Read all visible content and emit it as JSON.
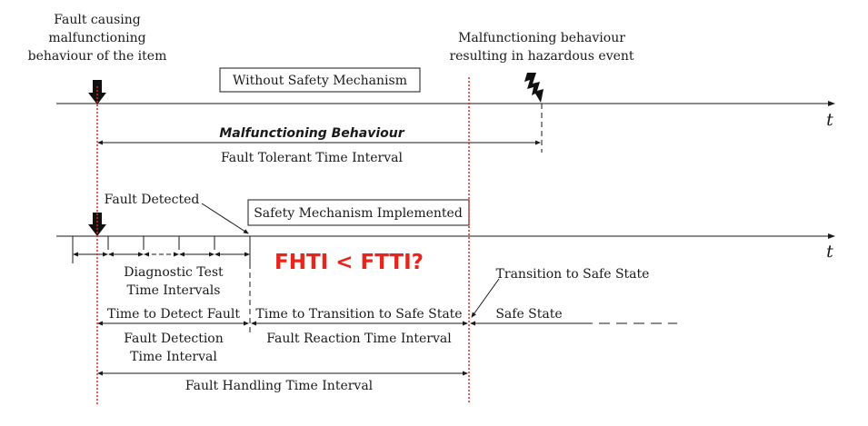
{
  "colors": {
    "ink": "#1a1a1a",
    "accent": "#e8241b",
    "background": "#ffffff"
  },
  "icons": {
    "fault": "down-arrow-icon",
    "hazard": "lightning-icon"
  },
  "labels": {
    "fault_cause_1": "Fault causing",
    "fault_cause_2": "malfunctioning",
    "fault_cause_3": "behaviour of the item",
    "hazard_1": "Malfunctioning behaviour",
    "hazard_2": "resulting in hazardous event",
    "without_sm": "Without Safety Mechanism",
    "axis_t": "t",
    "malfunctioning": "Malfunctioning Behaviour",
    "ftti": "Fault Tolerant Time Interval",
    "fault_detected": "Fault Detected",
    "sm_implemented": "Safety Mechanism Implemented",
    "fhti_ftti": "FHTI < FTTI?",
    "diag_1": "Diagnostic Test",
    "diag_2": "Time Intervals",
    "transition_safe": "Transition to Safe State",
    "time_detect": "Time to Detect Fault",
    "time_transition": "Time to Transition to Safe State",
    "safe_state": "Safe State",
    "fdti_1": "Fault Detection",
    "fdti_2": "Time Interval",
    "frti": "Fault Reaction Time Interval",
    "fhti": "Fault Handling Time Interval"
  }
}
